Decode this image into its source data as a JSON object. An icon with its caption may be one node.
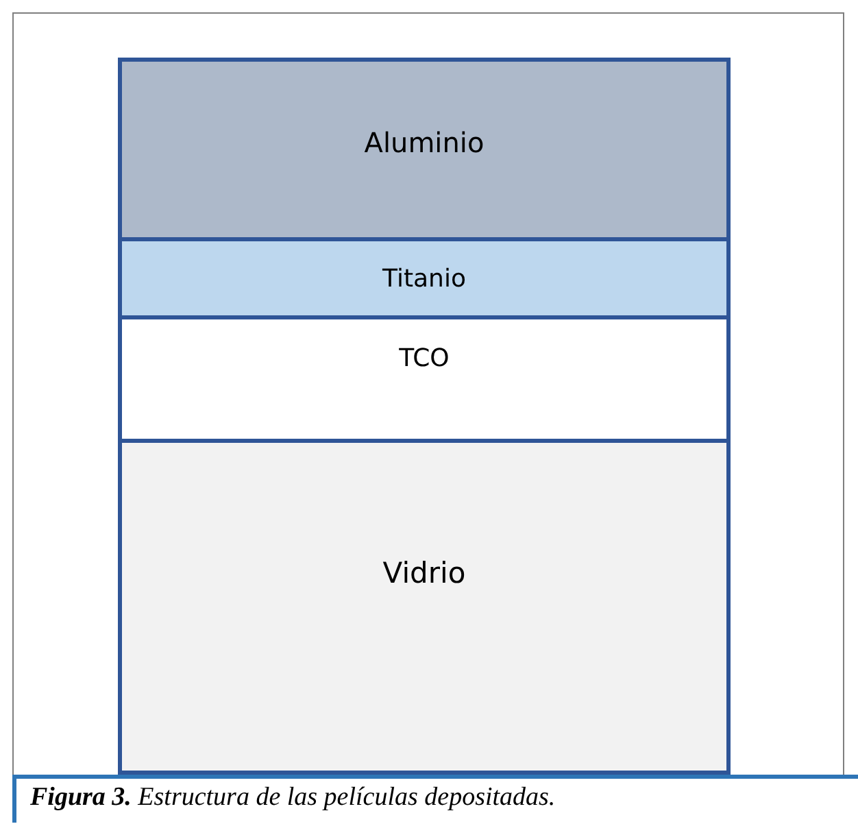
{
  "diagram": {
    "caption": "**Figura 3.** Estructura de las películas depositadas.",
    "nodes": [
      {
        "text": [
          "Aluminio"
        ]
      },
      {
        "text": [
          "Titanio"
        ]
      },
      {
        "text": [
          "TCO"
        ]
      },
      {
        "text": [
          "Vidrio"
        ]
      }
    ]
  }
}
